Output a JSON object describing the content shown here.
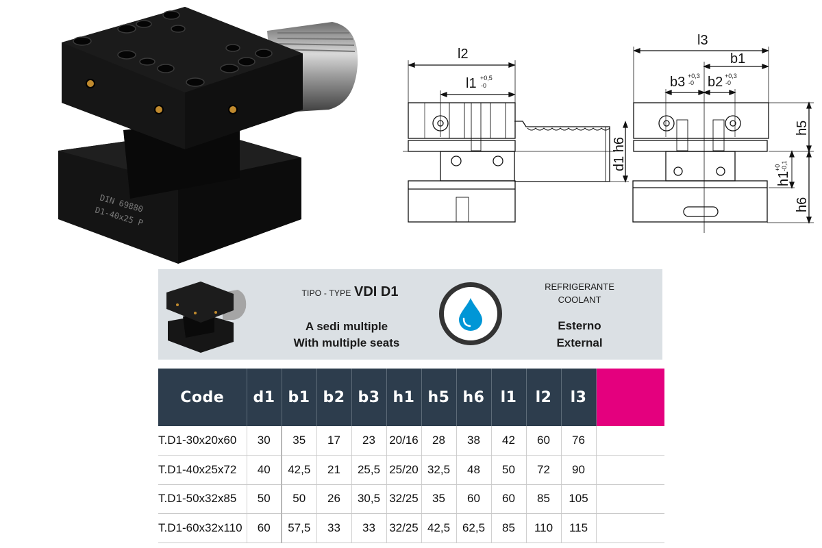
{
  "product_photo": {
    "engraving_line1": "DIN 69880",
    "engraving_line2": "D1-40x25 P"
  },
  "drawing": {
    "side_view": {
      "l2": "l2",
      "l1": "l1",
      "l1_tol_upper": "+0,5",
      "l1_tol_lower": "-0",
      "d1h6": "d1 h6"
    },
    "front_view": {
      "l3": "l3",
      "b1": "b1",
      "b3": "b3",
      "b3_tol_upper": "+0,3",
      "b3_tol_lower": "-0",
      "b2": "b2",
      "b2_tol_upper": "+0,3",
      "b2_tol_lower": "-0",
      "h5": "h5",
      "h1": "h1",
      "h1_tol_upper": "+0",
      "h1_tol_lower": "-0,1",
      "h6": "h6"
    }
  },
  "banner": {
    "type_prefix": "TIPO - TYPE",
    "type_value": "VDI D1",
    "seats_it": "A sedi multiple",
    "seats_en": "With multiple seats",
    "coolant_it": "REFRIGERANTE",
    "coolant_en": "COOLANT",
    "coolant_type_it": "Esterno",
    "coolant_type_en": "External",
    "coolant_icon": "water-drop-icon",
    "colors": {
      "background": "#dbe0e4",
      "drop": "#0096d6"
    }
  },
  "table": {
    "columns": [
      "Code",
      "d1",
      "b1",
      "b2",
      "b3",
      "h1",
      "h5",
      "h6",
      "l1",
      "l2",
      "l3"
    ],
    "accent_color": "#e4007e",
    "header_color": "#2d3d4d",
    "rows": [
      [
        "T.D1-30x20x60",
        "30",
        "35",
        "17",
        "23",
        "20/16",
        "28",
        "38",
        "42",
        "60",
        "76"
      ],
      [
        "T.D1-40x25x72",
        "40",
        "42,5",
        "21",
        "25,5",
        "25/20",
        "32,5",
        "48",
        "50",
        "72",
        "90"
      ],
      [
        "T.D1-50x32x85",
        "50",
        "50",
        "26",
        "30,5",
        "32/25",
        "35",
        "60",
        "60",
        "85",
        "105"
      ],
      [
        "T.D1-60x32x110",
        "60",
        "57,5",
        "33",
        "33",
        "32/25",
        "42,5",
        "62,5",
        "85",
        "110",
        "115"
      ]
    ]
  }
}
